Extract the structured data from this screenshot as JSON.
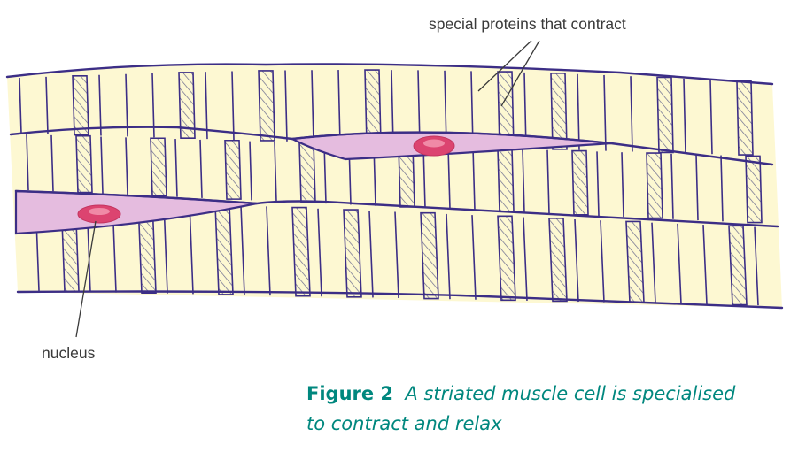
{
  "labels": {
    "proteins": "special proteins that contract",
    "nucleus": "nucleus"
  },
  "caption": {
    "figure_number": "Figure 2",
    "text_line1": "A striated muscle cell is specialised",
    "text_line2": "to contract and relax"
  },
  "colors": {
    "cytoplasm": "#fdf8d2",
    "membrane": "#3c2e86",
    "nucleus_cell": "#e5bcdf",
    "nucleus_fill": "#dc4470",
    "caption": "#00877e",
    "label_text": "#3a3a3a"
  }
}
